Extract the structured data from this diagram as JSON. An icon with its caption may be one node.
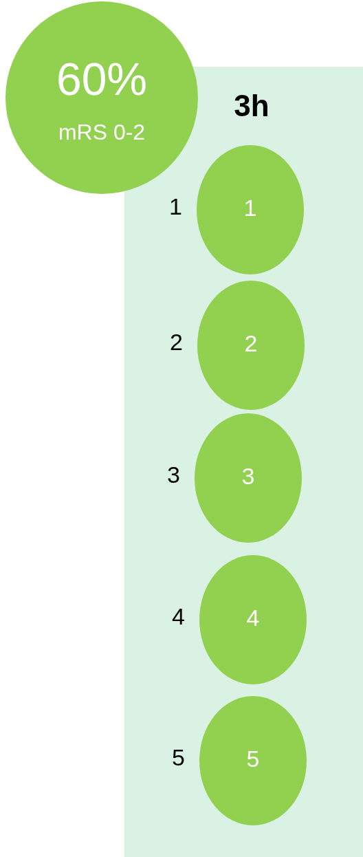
{
  "diagram": {
    "nodes": [
      {
        "text": [
          "60%",
          "mRS 0-2"
        ]
      },
      {
        "text": [
          "3h"
        ]
      },
      {
        "text": [
          "1"
        ],
        "in": 1,
        "beside": [
          "1"
        ]
      },
      {
        "text": [
          "2"
        ],
        "in": 1,
        "beside": [
          "2"
        ]
      },
      {
        "text": [
          "3"
        ],
        "in": 1,
        "beside": [
          "3"
        ]
      },
      {
        "text": [
          "4"
        ],
        "in": 1,
        "beside": [
          "4"
        ]
      },
      {
        "text": [
          "5"
        ],
        "in": 1,
        "beside": [
          "5"
        ]
      }
    ]
  }
}
